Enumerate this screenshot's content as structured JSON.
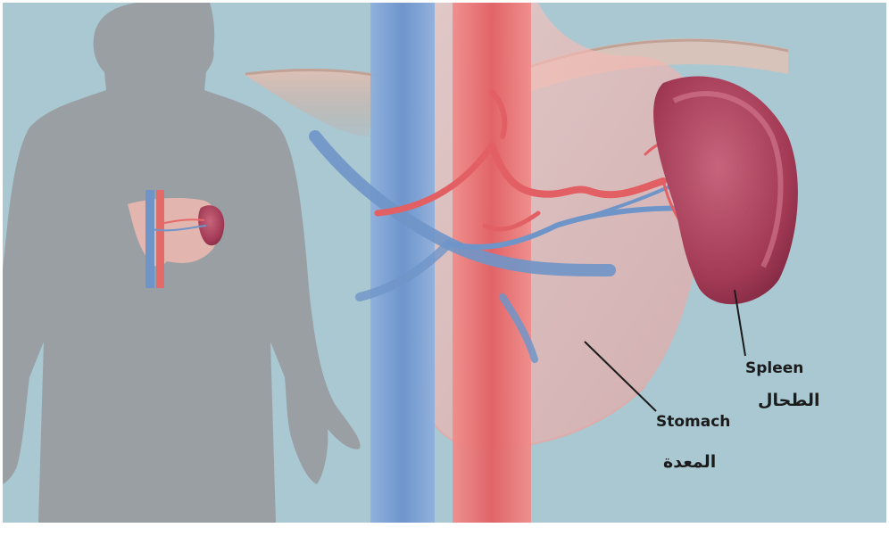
{
  "labels": {
    "spleen_en": "Spleen",
    "spleen_ar": "الطحال",
    "stomach_en": "Stomach",
    "stomach_ar": "المعدة"
  },
  "colors": {
    "background": "#a9c8d2",
    "silhouette": "#9a9fa3",
    "vein": "#6f95c8",
    "artery": "#e46a6a",
    "stomach": "#f3b9b3",
    "spleen": "#a83a55"
  }
}
